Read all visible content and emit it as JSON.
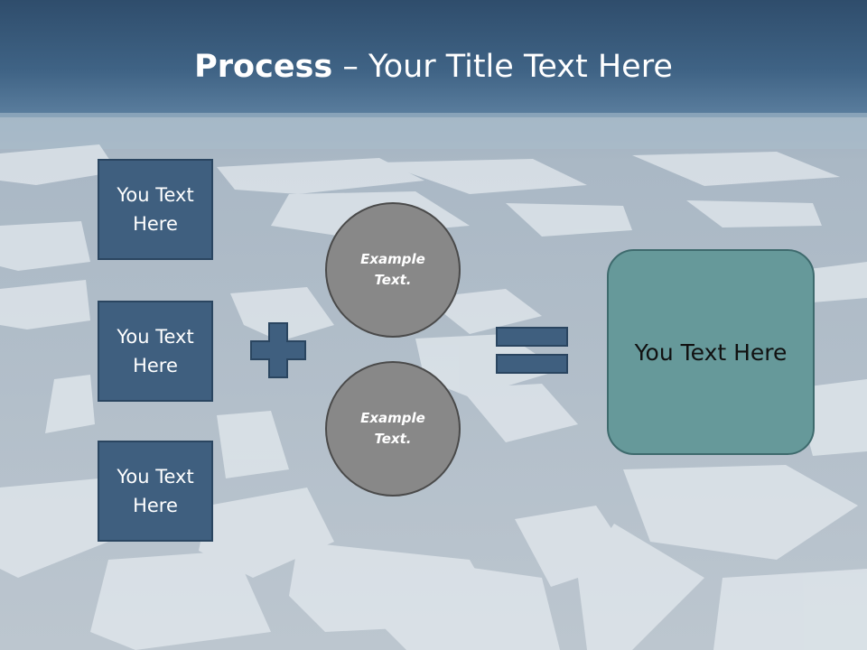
{
  "title": {
    "bold": "Process",
    "rest": " – Your Title Text Here"
  },
  "left_boxes": [
    {
      "label": "You Text Here"
    },
    {
      "label": "You Text Here"
    },
    {
      "label": "You Text Here"
    }
  ],
  "circles": [
    {
      "label": "Example Text."
    },
    {
      "label": "Example Text."
    }
  ],
  "result": {
    "label": "You Text Here"
  },
  "icons": {
    "operator_1": "plus-icon",
    "operator_2": "equals-icon"
  },
  "colors": {
    "header_blue": "#375a7d",
    "box_fill": "#3f5f7f",
    "circle_fill": "#888888",
    "result_fill": "#66999a"
  }
}
